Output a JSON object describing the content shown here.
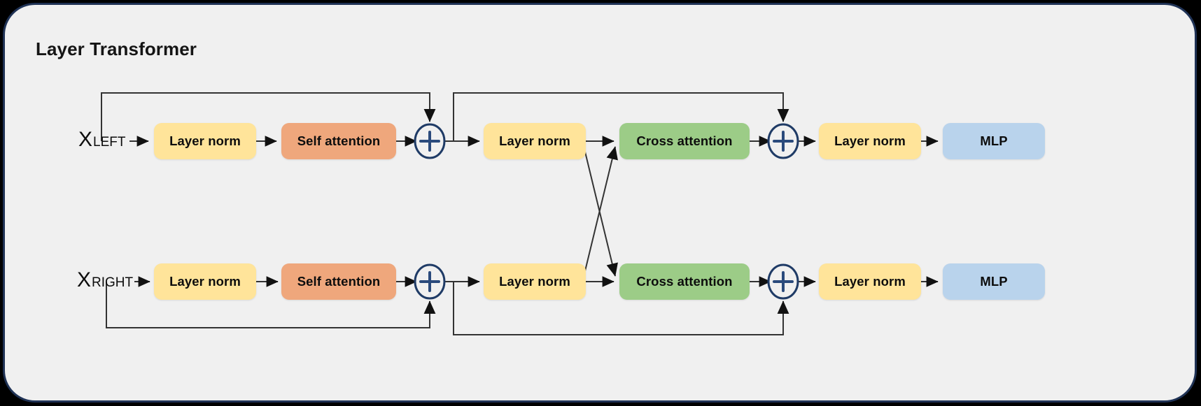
{
  "panel": {
    "title": "Layer Transformer",
    "background": "#F0F0F0",
    "border_color": "#1F3255",
    "page_background": "#000000"
  },
  "palette": {
    "layer_norm": "#FFE49A",
    "self_attention": "#EFA77C",
    "cross_attention": "#9CCC87",
    "mlp": "#B9D3EC",
    "adder_outline": "#1F3B66",
    "wire": "#333333"
  },
  "diagram": {
    "type": "block-diagram",
    "description": "Two parallel transformer streams (left and right) with self-attention, cross-attention exchange, and MLP blocks.",
    "streams": [
      {
        "id": "left",
        "input_label": "X",
        "input_subscript": "LEFT",
        "blocks": [
          {
            "id": "left-layer-norm-1",
            "label": "Layer norm",
            "kind": "layer_norm"
          },
          {
            "id": "left-self-attention",
            "label": "Self attention",
            "kind": "self_attention"
          },
          {
            "id": "left-add-1",
            "label": "+",
            "kind": "adder"
          },
          {
            "id": "left-layer-norm-2",
            "label": "Layer norm",
            "kind": "layer_norm"
          },
          {
            "id": "left-cross-attention",
            "label": "Cross attention",
            "kind": "cross_attention"
          },
          {
            "id": "left-add-2",
            "label": "+",
            "kind": "adder"
          },
          {
            "id": "left-layer-norm-3",
            "label": "Layer norm",
            "kind": "layer_norm"
          },
          {
            "id": "left-mlp",
            "label": "MLP",
            "kind": "mlp"
          }
        ]
      },
      {
        "id": "right",
        "input_label": "X",
        "input_subscript": "RIGHT",
        "blocks": [
          {
            "id": "right-layer-norm-1",
            "label": "Layer norm",
            "kind": "layer_norm"
          },
          {
            "id": "right-self-attention",
            "label": "Self attention",
            "kind": "self_attention"
          },
          {
            "id": "right-add-1",
            "label": "+",
            "kind": "adder"
          },
          {
            "id": "right-layer-norm-2",
            "label": "Layer norm",
            "kind": "layer_norm"
          },
          {
            "id": "right-cross-attention",
            "label": "Cross attention",
            "kind": "cross_attention"
          },
          {
            "id": "right-add-2",
            "label": "+",
            "kind": "adder"
          },
          {
            "id": "right-layer-norm-3",
            "label": "Layer norm",
            "kind": "layer_norm"
          },
          {
            "id": "right-mlp",
            "label": "MLP",
            "kind": "mlp"
          }
        ]
      }
    ],
    "connections": [
      {
        "id": "left-residual-1",
        "from": "X_LEFT",
        "to": "left-add-1",
        "style": "skip-over"
      },
      {
        "id": "left-residual-2",
        "from": "left-add-1",
        "to": "left-add-2",
        "style": "skip-over"
      },
      {
        "id": "right-residual-1",
        "from": "X_RIGHT",
        "to": "right-add-1",
        "style": "skip-under"
      },
      {
        "id": "right-residual-2",
        "from": "right-add-1",
        "to": "right-add-2",
        "style": "skip-under"
      },
      {
        "id": "cross-left-to-right",
        "from": "left-layer-norm-2",
        "to": "right-cross-attention",
        "style": "diagonal"
      },
      {
        "id": "cross-right-to-left",
        "from": "right-layer-norm-2",
        "to": "left-cross-attention",
        "style": "diagonal"
      }
    ]
  },
  "labels": {
    "layer_norm": "Layer norm",
    "self_attention": "Self attention",
    "cross_attention": "Cross attention",
    "mlp": "MLP",
    "plus": "+",
    "x_letter": "X",
    "left_sub": "LEFT",
    "right_sub": "RIGHT"
  }
}
